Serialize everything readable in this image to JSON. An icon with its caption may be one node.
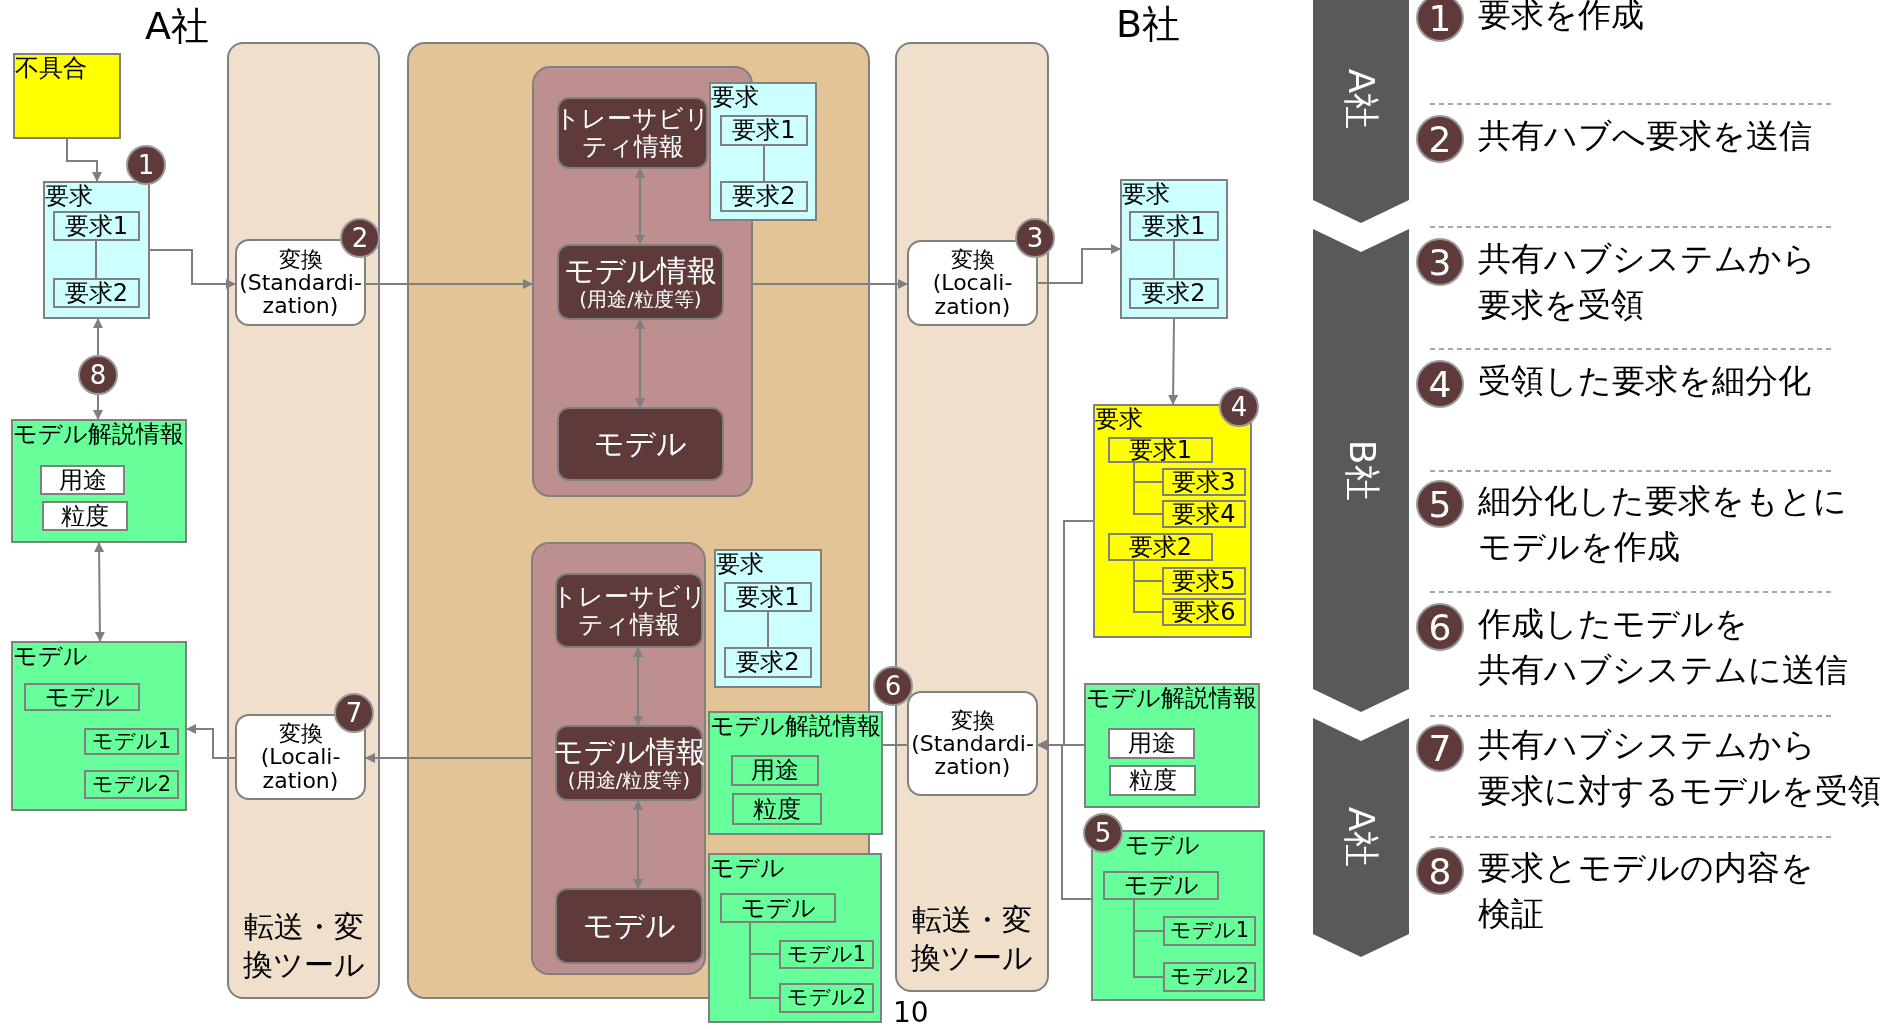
{
  "diagram": {
    "nodes": [
      {
        "text": [
          "不具合"
        ]
      },
      {
        "text": [
          "要求"
        ],
        "beside": [
          "1"
        ]
      },
      {
        "text": [
          "要求1"
        ],
        "in": 1
      },
      {
        "text": [
          "要求2"
        ],
        "in": 1
      },
      {
        "text": [
          "モデル解説情報"
        ]
      },
      {
        "text": [
          "用途"
        ],
        "in": 4
      },
      {
        "text": [
          "粒度"
        ],
        "in": 4
      },
      {
        "text": [
          "モデル"
        ]
      },
      {
        "text": [
          "モデル"
        ],
        "in": 7
      },
      {
        "text": [
          "モデル1"
        ],
        "in": 7
      },
      {
        "text": [
          "モデル2"
        ],
        "in": 7
      },
      {
        "text": [
          "転送・変換ツール"
        ]
      },
      {
        "text": [
          "変換",
          "(Standardi-zation)"
        ],
        "in": 11,
        "beside": [
          "2"
        ]
      },
      {
        "text": [
          "変換",
          "(Locali-zation)"
        ],
        "in": 11,
        "beside": [
          "7"
        ]
      },
      {
        "text": [],
        "shape": "box"
      },
      {
        "text": [],
        "shape": "box",
        "in": 14
      },
      {
        "text": [
          "トレーサビリティ情報"
        ],
        "in": 15
      },
      {
        "text": [
          "要求"
        ],
        "in": 14
      },
      {
        "text": [
          "要求1"
        ],
        "in": 17
      },
      {
        "text": [
          "要求2"
        ],
        "in": 17
      },
      {
        "text": [
          "モデル情報",
          "(用途/粒度等)"
        ],
        "in": 15
      },
      {
        "text": [
          "モデル"
        ],
        "in": 15
      },
      {
        "text": [],
        "shape": "box",
        "in": 14
      },
      {
        "text": [
          "トレーサビリティ情報"
        ],
        "in": 22
      },
      {
        "text": [
          "要求"
        ],
        "in": 14
      },
      {
        "text": [
          "要求1"
        ],
        "in": 24
      },
      {
        "text": [
          "要求2"
        ],
        "in": 24
      },
      {
        "text": [
          "モデル情報",
          "(用途/粒度等)"
        ],
        "in": 22
      },
      {
        "text": [
          "モデル"
        ],
        "in": 22
      },
      {
        "text": [
          "モデル解説情報"
        ]
      },
      {
        "text": [
          "用途"
        ],
        "in": 29
      },
      {
        "text": [
          "粒度"
        ],
        "in": 29
      },
      {
        "text": [
          "モデル"
        ]
      },
      {
        "text": [
          "モデル"
        ]
      },
      {
        "text": [
          "モデル1"
        ]
      },
      {
        "text": [
          "モデル2"
        ],
        "in": 32
      },
      {
        "text": [
          "転送・変換ツール"
        ]
      },
      {
        "text": [
          "変換",
          "(Locali-zation)"
        ],
        "in": 36,
        "beside": [
          "3"
        ]
      },
      {
        "text": [
          "変換",
          "(Standardi-zation)"
        ],
        "in": 36,
        "beside": [
          "6"
        ]
      },
      {
        "text": [
          "要求"
        ]
      },
      {
        "text": [
          "要求1"
        ],
        "in": 39
      },
      {
        "text": [
          "要求2"
        ],
        "in": 39
      },
      {
        "text": [
          "要求"
        ],
        "beside": [
          "4"
        ]
      },
      {
        "text": [
          "要求1"
        ],
        "in": 42
      },
      {
        "text": [
          "要求3"
        ],
        "in": 42
      },
      {
        "text": [
          "要求4"
        ],
        "in": 42
      },
      {
        "text": [
          "要求2"
        ],
        "in": 42
      },
      {
        "text": [
          "要求5"
        ],
        "in": 42
      },
      {
        "text": [
          "要求6"
        ],
        "in": 42
      },
      {
        "text": [
          "モデル解説情報"
        ]
      },
      {
        "text": [
          "用途"
        ],
        "in": 49
      },
      {
        "text": [
          "粒度"
        ],
        "in": 49
      },
      {
        "text": [
          "モデル"
        ],
        "beside": [
          "5"
        ]
      },
      {
        "text": [
          "モデル"
        ],
        "in": 52
      },
      {
        "text": [
          "モデル1"
        ],
        "in": 52
      },
      {
        "text": [
          "モデル2"
        ],
        "in": 52
      },
      {
        "text": [
          "A社"
        ]
      },
      {
        "text": [
          "B社"
        ]
      },
      {
        "text": [
          "A社"
        ]
      }
    ],
    "edges": [
      {
        "from": 0,
        "to": 1,
        "arrow": "to"
      },
      {
        "from": 1,
        "to": 12,
        "arrow": "to"
      },
      {
        "from": 12,
        "to": 15,
        "arrow": "to"
      },
      {
        "from": 15,
        "to": 37,
        "arrow": "to"
      },
      {
        "from": 37,
        "to": 39,
        "arrow": "to"
      },
      {
        "from": 39,
        "to": 42,
        "arrow": "to"
      },
      {
        "from": 42,
        "to": 38,
        "arrow": "to"
      },
      {
        "from": 49,
        "to": 38,
        "arrow": "to"
      },
      {
        "from": 52,
        "to": 38,
        "arrow": "to"
      },
      {
        "from": 38,
        "to": 29,
        "arrow": "none"
      },
      {
        "from": 22,
        "to": 13,
        "arrow": "to"
      },
      {
        "from": 13,
        "to": 7,
        "arrow": "to"
      },
      {
        "from": 7,
        "to": 4,
        "arrow": "both"
      },
      {
        "from": 1,
        "to": 4,
        "arrow": "both",
        "label": "8"
      },
      {
        "from": 16,
        "to": 20,
        "arrow": "both"
      },
      {
        "from": 20,
        "to": 21,
        "arrow": "both"
      },
      {
        "from": 23,
        "to": 27,
        "arrow": "both"
      },
      {
        "from": 27,
        "to": 28,
        "arrow": "both"
      },
      {
        "from": 2,
        "to": 3,
        "arrow": "none"
      },
      {
        "from": 18,
        "to": 19,
        "arrow": "none"
      },
      {
        "from": 25,
        "to": 26,
        "arrow": "none"
      },
      {
        "from": 40,
        "to": 41,
        "arrow": "none"
      },
      {
        "from": 43,
        "to": 44,
        "arrow": "none"
      },
      {
        "from": 43,
        "to": 45,
        "arrow": "none"
      },
      {
        "from": 46,
        "to": 47,
        "arrow": "none"
      },
      {
        "from": 46,
        "to": 48,
        "arrow": "none"
      },
      {
        "from": 53,
        "to": 54,
        "arrow": "none"
      },
      {
        "from": 53,
        "to": 55,
        "arrow": "none"
      },
      {
        "from": 33,
        "to": 34,
        "arrow": "none"
      },
      {
        "from": 33,
        "to": 35,
        "arrow": "none"
      }
    ],
    "labels": [
      "A社",
      "B社",
      "1",
      "要求を作成",
      "2",
      "共有ハブへ要求を送信",
      "3",
      "共有ハブシステムから要求を受領",
      "4",
      "受領した要求を細分化",
      "5",
      "細分化した要求をもとにモデルを作成",
      "6",
      "作成したモデルを共有ハブシステムに送信",
      "7",
      "共有ハブシステムから要求に対するモデルを受領",
      "8",
      "要求とモデルの内容を検証",
      "10"
    ]
  }
}
